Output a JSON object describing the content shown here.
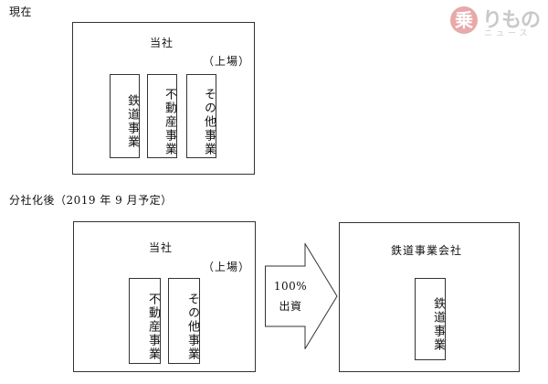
{
  "logo": {
    "mark": "乗",
    "text": "りもの",
    "sub": "ニュース"
  },
  "current": {
    "heading": "現在",
    "company": "当社",
    "listed": "（上場）",
    "businesses": [
      "鉄道事業",
      "不動産事業",
      "その他事業"
    ]
  },
  "after": {
    "heading": "分社化後（2019 年 9 月予定）",
    "company": "当社",
    "listed": "（上場）",
    "businesses": [
      "不動産事業",
      "その他事業"
    ],
    "arrow": {
      "line1": "100%",
      "line2": "出資"
    },
    "new_company": "鉄道事業会社",
    "new_business": "鉄道事業"
  }
}
